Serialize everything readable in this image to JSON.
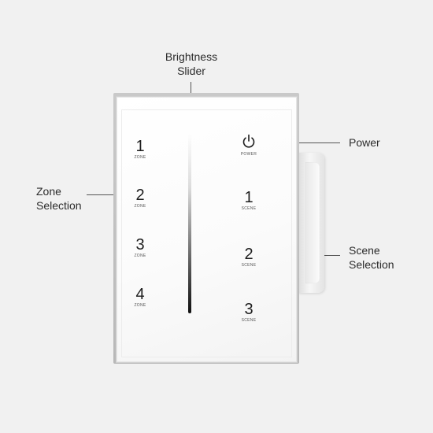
{
  "callouts": {
    "brightness": [
      "Brightness",
      "Slider"
    ],
    "power": "Power",
    "zone": [
      "Zone",
      "Selection"
    ],
    "scene": [
      "Scene",
      "Selection"
    ]
  },
  "zones": [
    {
      "number": "1",
      "label": "ZONE"
    },
    {
      "number": "2",
      "label": "ZONE"
    },
    {
      "number": "3",
      "label": "ZONE"
    },
    {
      "number": "4",
      "label": "ZONE"
    }
  ],
  "power_button": {
    "icon": "power-icon",
    "label": "POWER"
  },
  "scenes": [
    {
      "number": "1",
      "label": "SCENE"
    },
    {
      "number": "2",
      "label": "SCENE"
    },
    {
      "number": "3",
      "label": "SCENE"
    }
  ],
  "colors": {
    "background": "#f1f1f1",
    "panel": "#ffffff",
    "text": "#1d1d1d",
    "leader": "#555555"
  }
}
